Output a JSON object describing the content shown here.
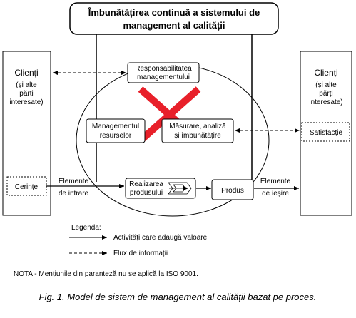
{
  "title": [
    "Îmbunătățirea continuă a sistemului de",
    "management al calității"
  ],
  "left_panel": {
    "title": "Clienți",
    "subtitle": [
      "(și alte",
      "părți",
      "interesate)"
    ],
    "input_box": "Cerințe"
  },
  "right_panel": {
    "title": "Clienți",
    "subtitle": [
      "(și alte",
      "părți",
      "interesate)"
    ],
    "output_box": "Satisfacție"
  },
  "process_boxes": {
    "responsibility": [
      "Responsabilitatea",
      "managementului"
    ],
    "resources": [
      "Managementul",
      "resurselor"
    ],
    "measurement": [
      "Măsurare, analiză",
      "și îmbunătățire"
    ],
    "realization": [
      "Realizarea",
      "produsului"
    ],
    "product": "Produs"
  },
  "flow_labels": {
    "inputs": [
      "Elemente",
      "de intrare"
    ],
    "outputs": [
      "Elemente",
      "de ieșire"
    ]
  },
  "legend": {
    "title": "Legenda:",
    "items": [
      {
        "style": "solid",
        "label": "Activități care adaugă valoare"
      },
      {
        "style": "dashed",
        "label": "Flux de informații"
      }
    ]
  },
  "note": "NOTA - Mențiunile din paranteză nu se aplică la ISO 9001.",
  "caption": "Fig. 1. Model de sistem de management al calității bazat pe proces.",
  "colors": {
    "cross": "#e8202a",
    "line": "#000000"
  }
}
